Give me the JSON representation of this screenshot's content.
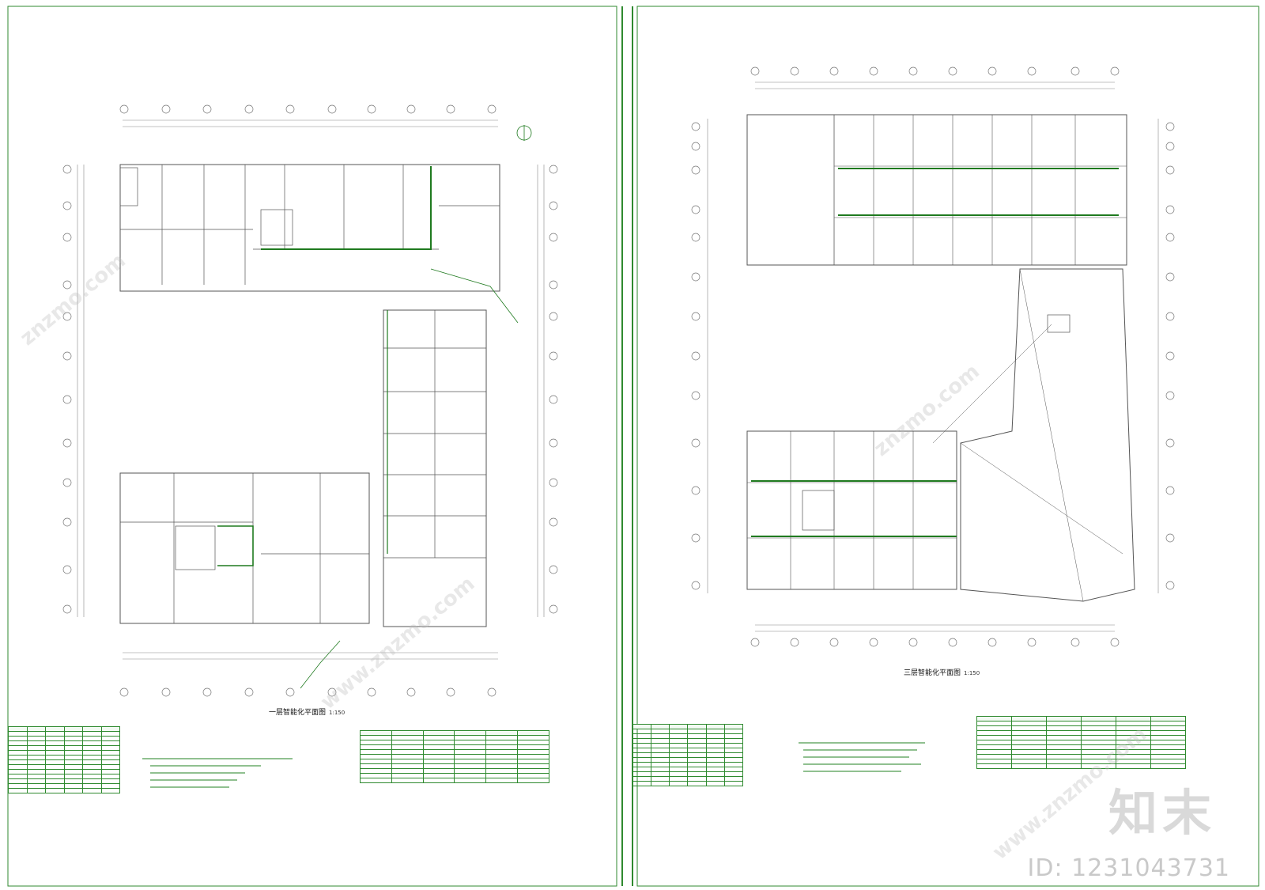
{
  "drawings": {
    "left_title": "一层智能化平面图",
    "left_scale": "1:150",
    "right_title": "三层智能化平面图",
    "right_scale": "1:150"
  },
  "watermark": {
    "site": "znzmo.com",
    "site_www": "www.znzmo.com",
    "logo": "知末",
    "id": "ID: 1231043731"
  },
  "colors": {
    "wall": "#555555",
    "cable": "#1f7a1f",
    "frame": "#2f8a2f",
    "grid": "#777777"
  }
}
